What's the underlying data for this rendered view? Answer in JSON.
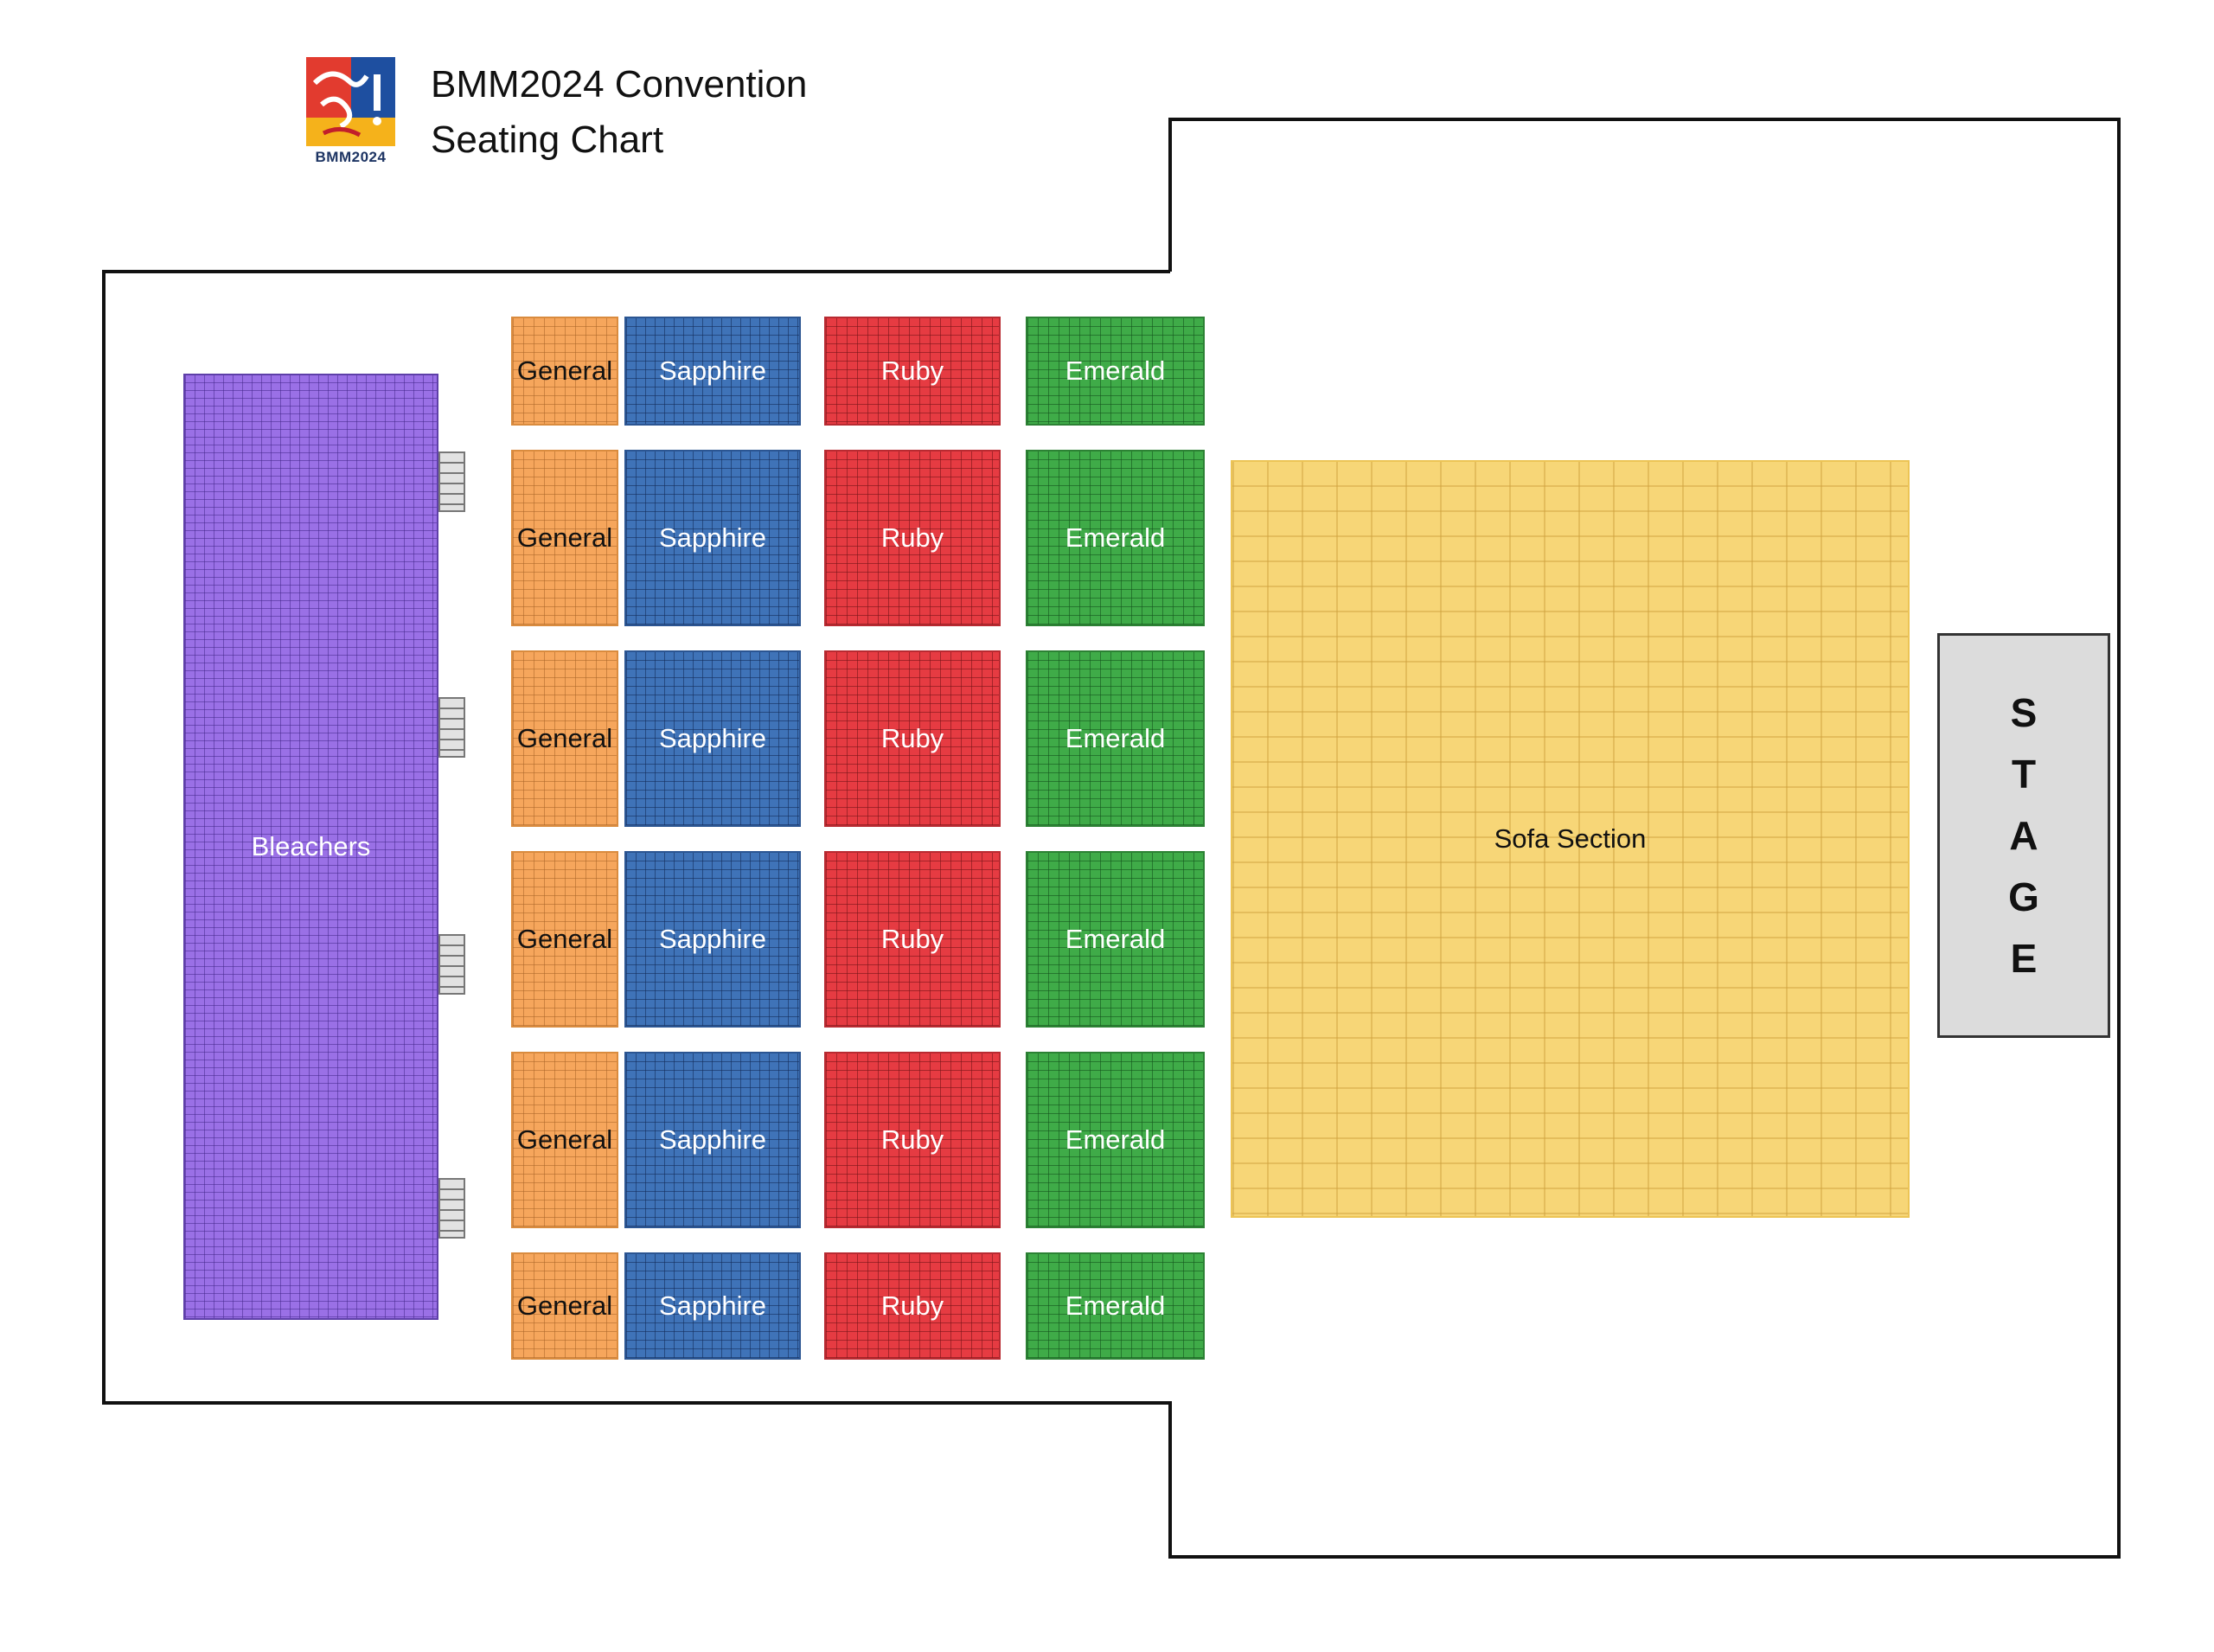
{
  "header": {
    "logo_caption": "BMM2024",
    "title_line1": "BMM2024 Convention",
    "title_line2": "Seating Chart",
    "logo_colors": {
      "red": "#e23b2f",
      "blue": "#1e4fa0",
      "yellow": "#f5b21b",
      "dark_red": "#c21f2b"
    }
  },
  "sections": {
    "general_label": "General",
    "sapphire_label": "Sapphire",
    "ruby_label": "Ruby",
    "emerald_label": "Emerald",
    "bleachers_label": "Bleachers",
    "sofa_label": "Sofa Section"
  },
  "stage": {
    "letters": [
      "S",
      "T",
      "A",
      "G",
      "E"
    ]
  },
  "colors": {
    "general": "#f6a65c",
    "sapphire": "#3f73b8",
    "ruby": "#e63b42",
    "emerald": "#3fab48",
    "bleachers": "#9a70e6",
    "sofa": "#f7d677",
    "stage": "#dcdcdc"
  }
}
